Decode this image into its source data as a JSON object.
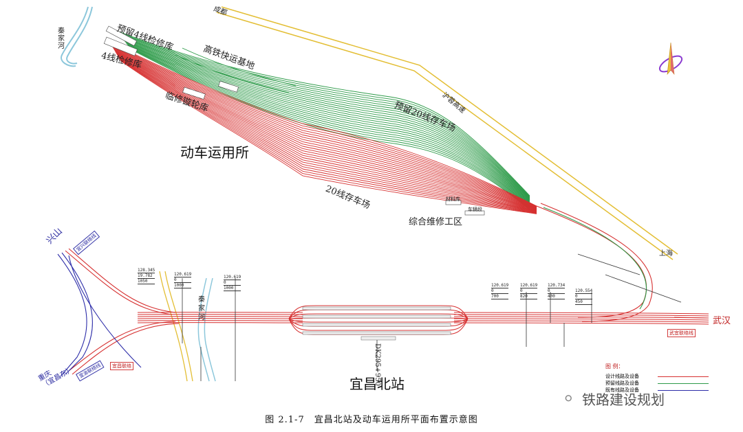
{
  "labels": {
    "depot": "动车运用所",
    "station": "宜昌北站",
    "reserved_4_inspection": "预留4线检修库",
    "inspection_4": "4线检修库",
    "high_speed_base": "高铁快运基地",
    "temp_wheel": "临修镟轮库",
    "reserved_20_storage": "预留20线存车场",
    "storage_20": "20线存车场",
    "maintenance": "综合维修工区",
    "expressway": "沪蓉高速",
    "river_qinjia": "秦家河",
    "river_2": "秦家河",
    "xingshan": "兴山",
    "chongqing": "重庆\n（宜昌东）",
    "wuhan": "武汉",
    "chengdu": "成都",
    "shanghai": "上海",
    "mileage": "DK295+950",
    "materials_shed": "材料库",
    "vehicle_shed": "车辆段"
  },
  "boxes": {
    "wuyi_line": "武宜联络线",
    "yixing_line": "宜兴联络线",
    "line_left_red": "宜昌联络",
    "line_bottom_blue": "宜渝联络线"
  },
  "ticks": [
    {
      "top": "128.345",
      "mid": "19.782",
      "bot": "1050"
    },
    {
      "top": "120.619",
      "mid": "0",
      "bot": "1000"
    },
    {
      "top": "120.619",
      "mid": "0",
      "bot": "1000"
    },
    {
      "top": "120.619",
      "mid": "0",
      "bot": "700"
    },
    {
      "top": "120.619",
      "mid": "0",
      "bot": "820"
    },
    {
      "top": "120.734",
      "mid": "0",
      "bot": "400"
    },
    {
      "top": "120.554",
      "mid": "0",
      "bot": "450"
    }
  ],
  "legend": {
    "title": "图 例：",
    "items": [
      {
        "text": "设计线路及设备",
        "color": "#d63030"
      },
      {
        "text": "预留线路及设备",
        "color": "#2c9a48"
      },
      {
        "text": "既有线路及设备",
        "color": "#2c2ca8"
      }
    ]
  },
  "caption": "图 2.1-7　宜昌北站及动车运用所平面布置示意图",
  "watermark": "铁路建设规划",
  "colors": {
    "design": "#d63030",
    "reserved": "#2c9a48",
    "existing": "#2c2ca8",
    "road": "#e8c23a",
    "river": "#7fc3d9"
  }
}
